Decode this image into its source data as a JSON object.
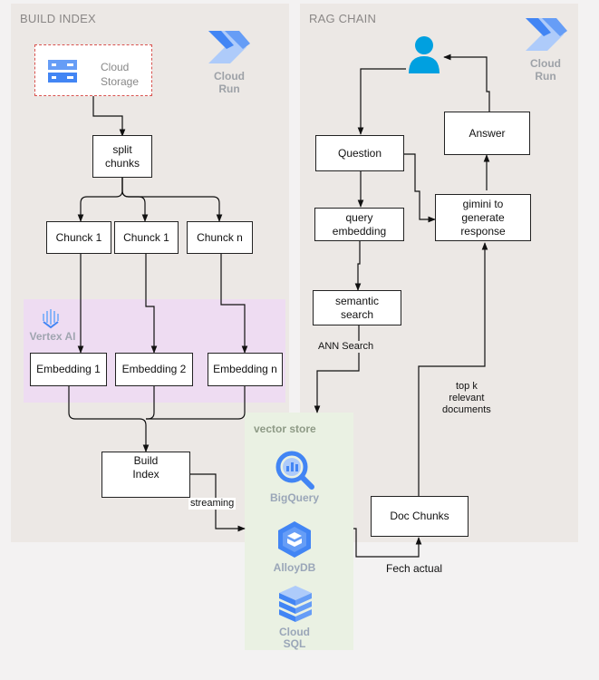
{
  "build_index": {
    "title": "BUILD INDEX",
    "cloud_run": "Cloud\nRun",
    "storage": "Cloud\nStorage",
    "split": "split\nchunks",
    "chunks": [
      "Chunck 1",
      "Chunck 1",
      "Chunck n"
    ],
    "vertex_label": "Vertex AI",
    "embeddings": [
      "Embedding 1",
      "Embedding 2",
      "Embedding n"
    ],
    "build": "Build\nIndex",
    "streaming": "streaming"
  },
  "rag_chain": {
    "title": "RAG CHAIN",
    "cloud_run": "Cloud\nRun",
    "question": "Question",
    "query_embedding": "query\nembedding",
    "semantic_search": "semantic\nsearch",
    "ann": "ANN Search",
    "gemini": "gimini to\ngenerate\nresponse",
    "answer": "Answer",
    "top_k": "top k\nrelevant\ndocuments",
    "doc_chunks": "Doc Chunks",
    "fetch": "Fech actual"
  },
  "vector_store": {
    "title": "vector store",
    "services": [
      "BigQuery",
      "AlloyDB",
      "Cloud\nSQL"
    ]
  },
  "colors": {
    "panel": "#ece8e5",
    "vertex": "#eedcf2",
    "vector": "#eaf1e3",
    "user": "#00a0e0",
    "gcp_blue": "#4285f4"
  }
}
